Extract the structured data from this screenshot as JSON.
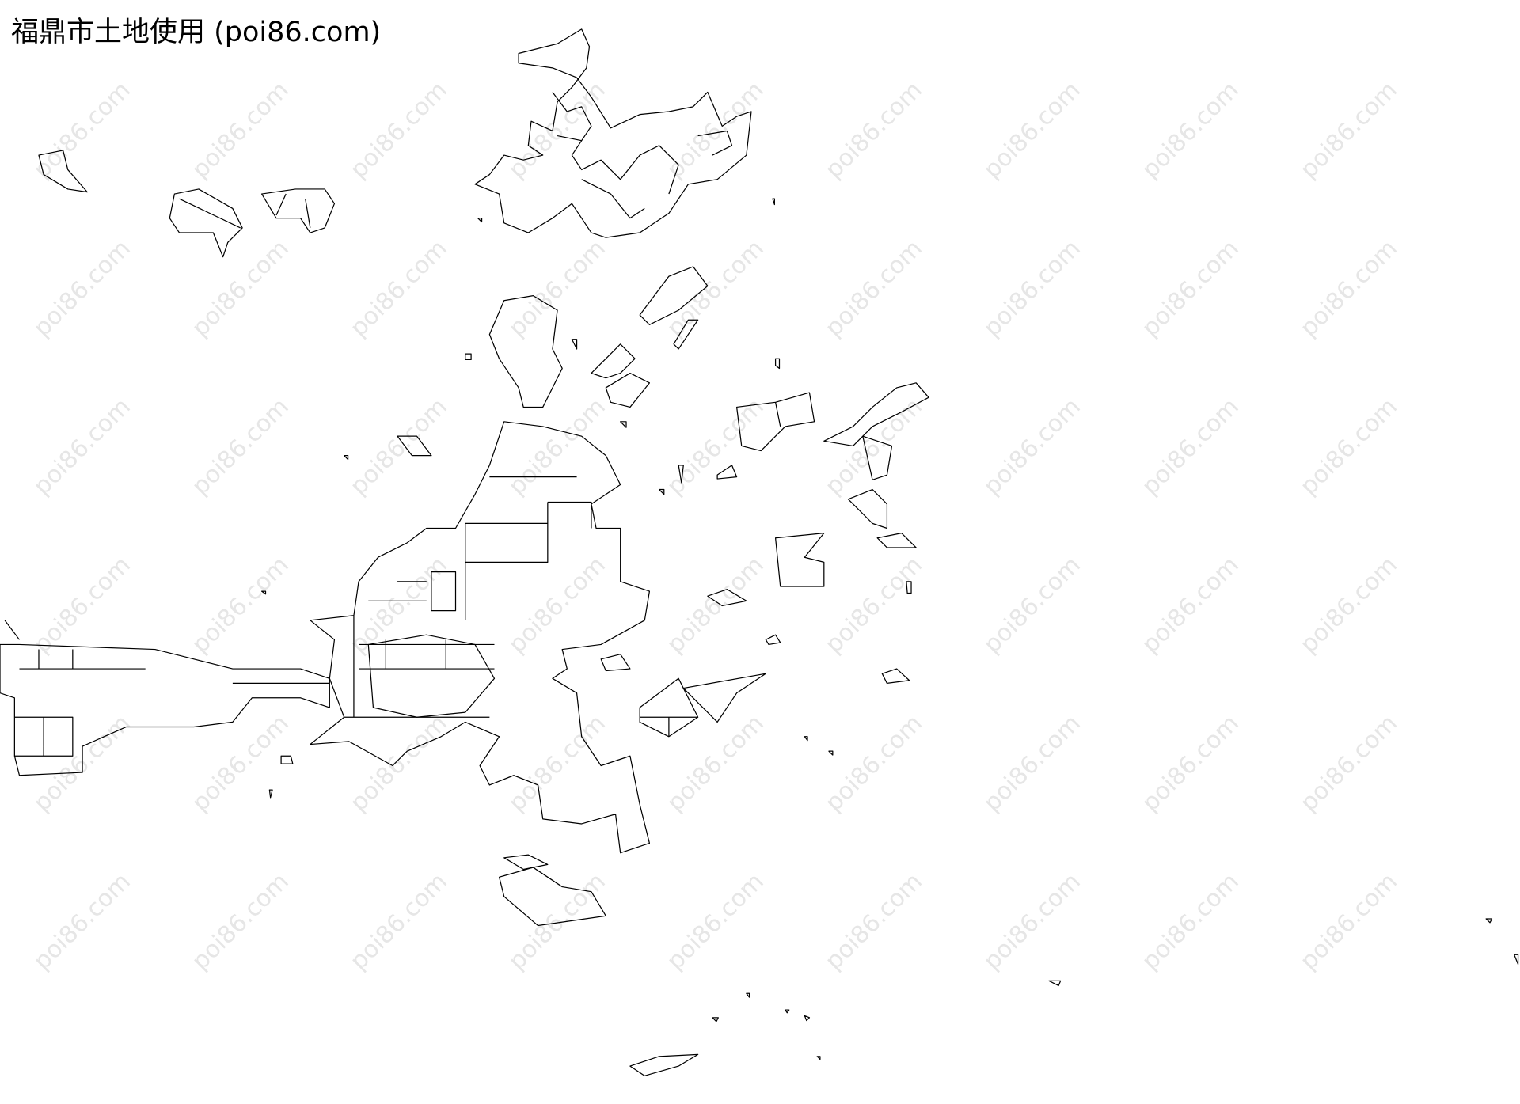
{
  "title": "福鼎市土地使用 (poi86.com)",
  "watermark": "poi86.com",
  "map": {
    "region": "福鼎市",
    "layer": "土地使用",
    "stroke_color": "#000000",
    "background_color": "#ffffff",
    "watermark_color": "#e6e6e6"
  }
}
